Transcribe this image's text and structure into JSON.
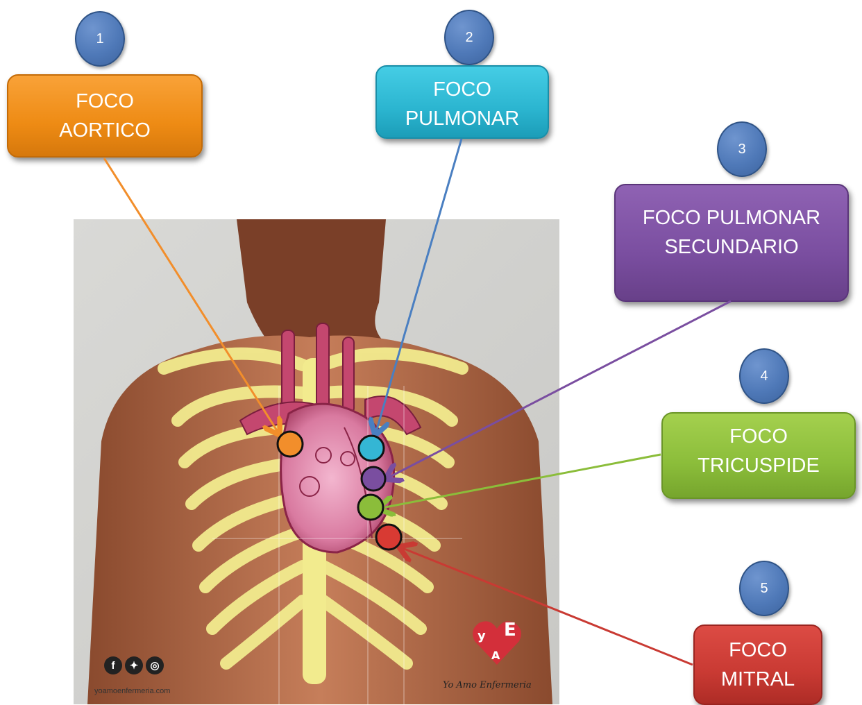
{
  "badges": [
    "1",
    "2",
    "3",
    "4",
    "5"
  ],
  "labels": {
    "aortico": [
      "FOCO",
      "AORTICO"
    ],
    "pulmonar": [
      "FOCO",
      "PULMONAR"
    ],
    "secundario": [
      "FOCO PULMONAR",
      "SECUNDARIO"
    ],
    "tricuspide": [
      "FOCO",
      "TRICUSPIDE"
    ],
    "mitral": [
      "FOCO",
      "MITRAL"
    ]
  },
  "colors": {
    "aortico": "#ee8b14",
    "pulmonar": "#2bb5d0",
    "secundario": "#7a4ea0",
    "tricuspide": "#8bbd3a",
    "mitral": "#c93a33",
    "badge": "#4f79b8"
  },
  "footer": {
    "site": "yoamoenfermeria.com",
    "brand": "Yo Amo Enfermeria",
    "logo_letters": [
      "y",
      "A",
      "E"
    ],
    "social_icons": [
      "facebook-icon",
      "twitter-icon",
      "instagram-icon"
    ]
  }
}
